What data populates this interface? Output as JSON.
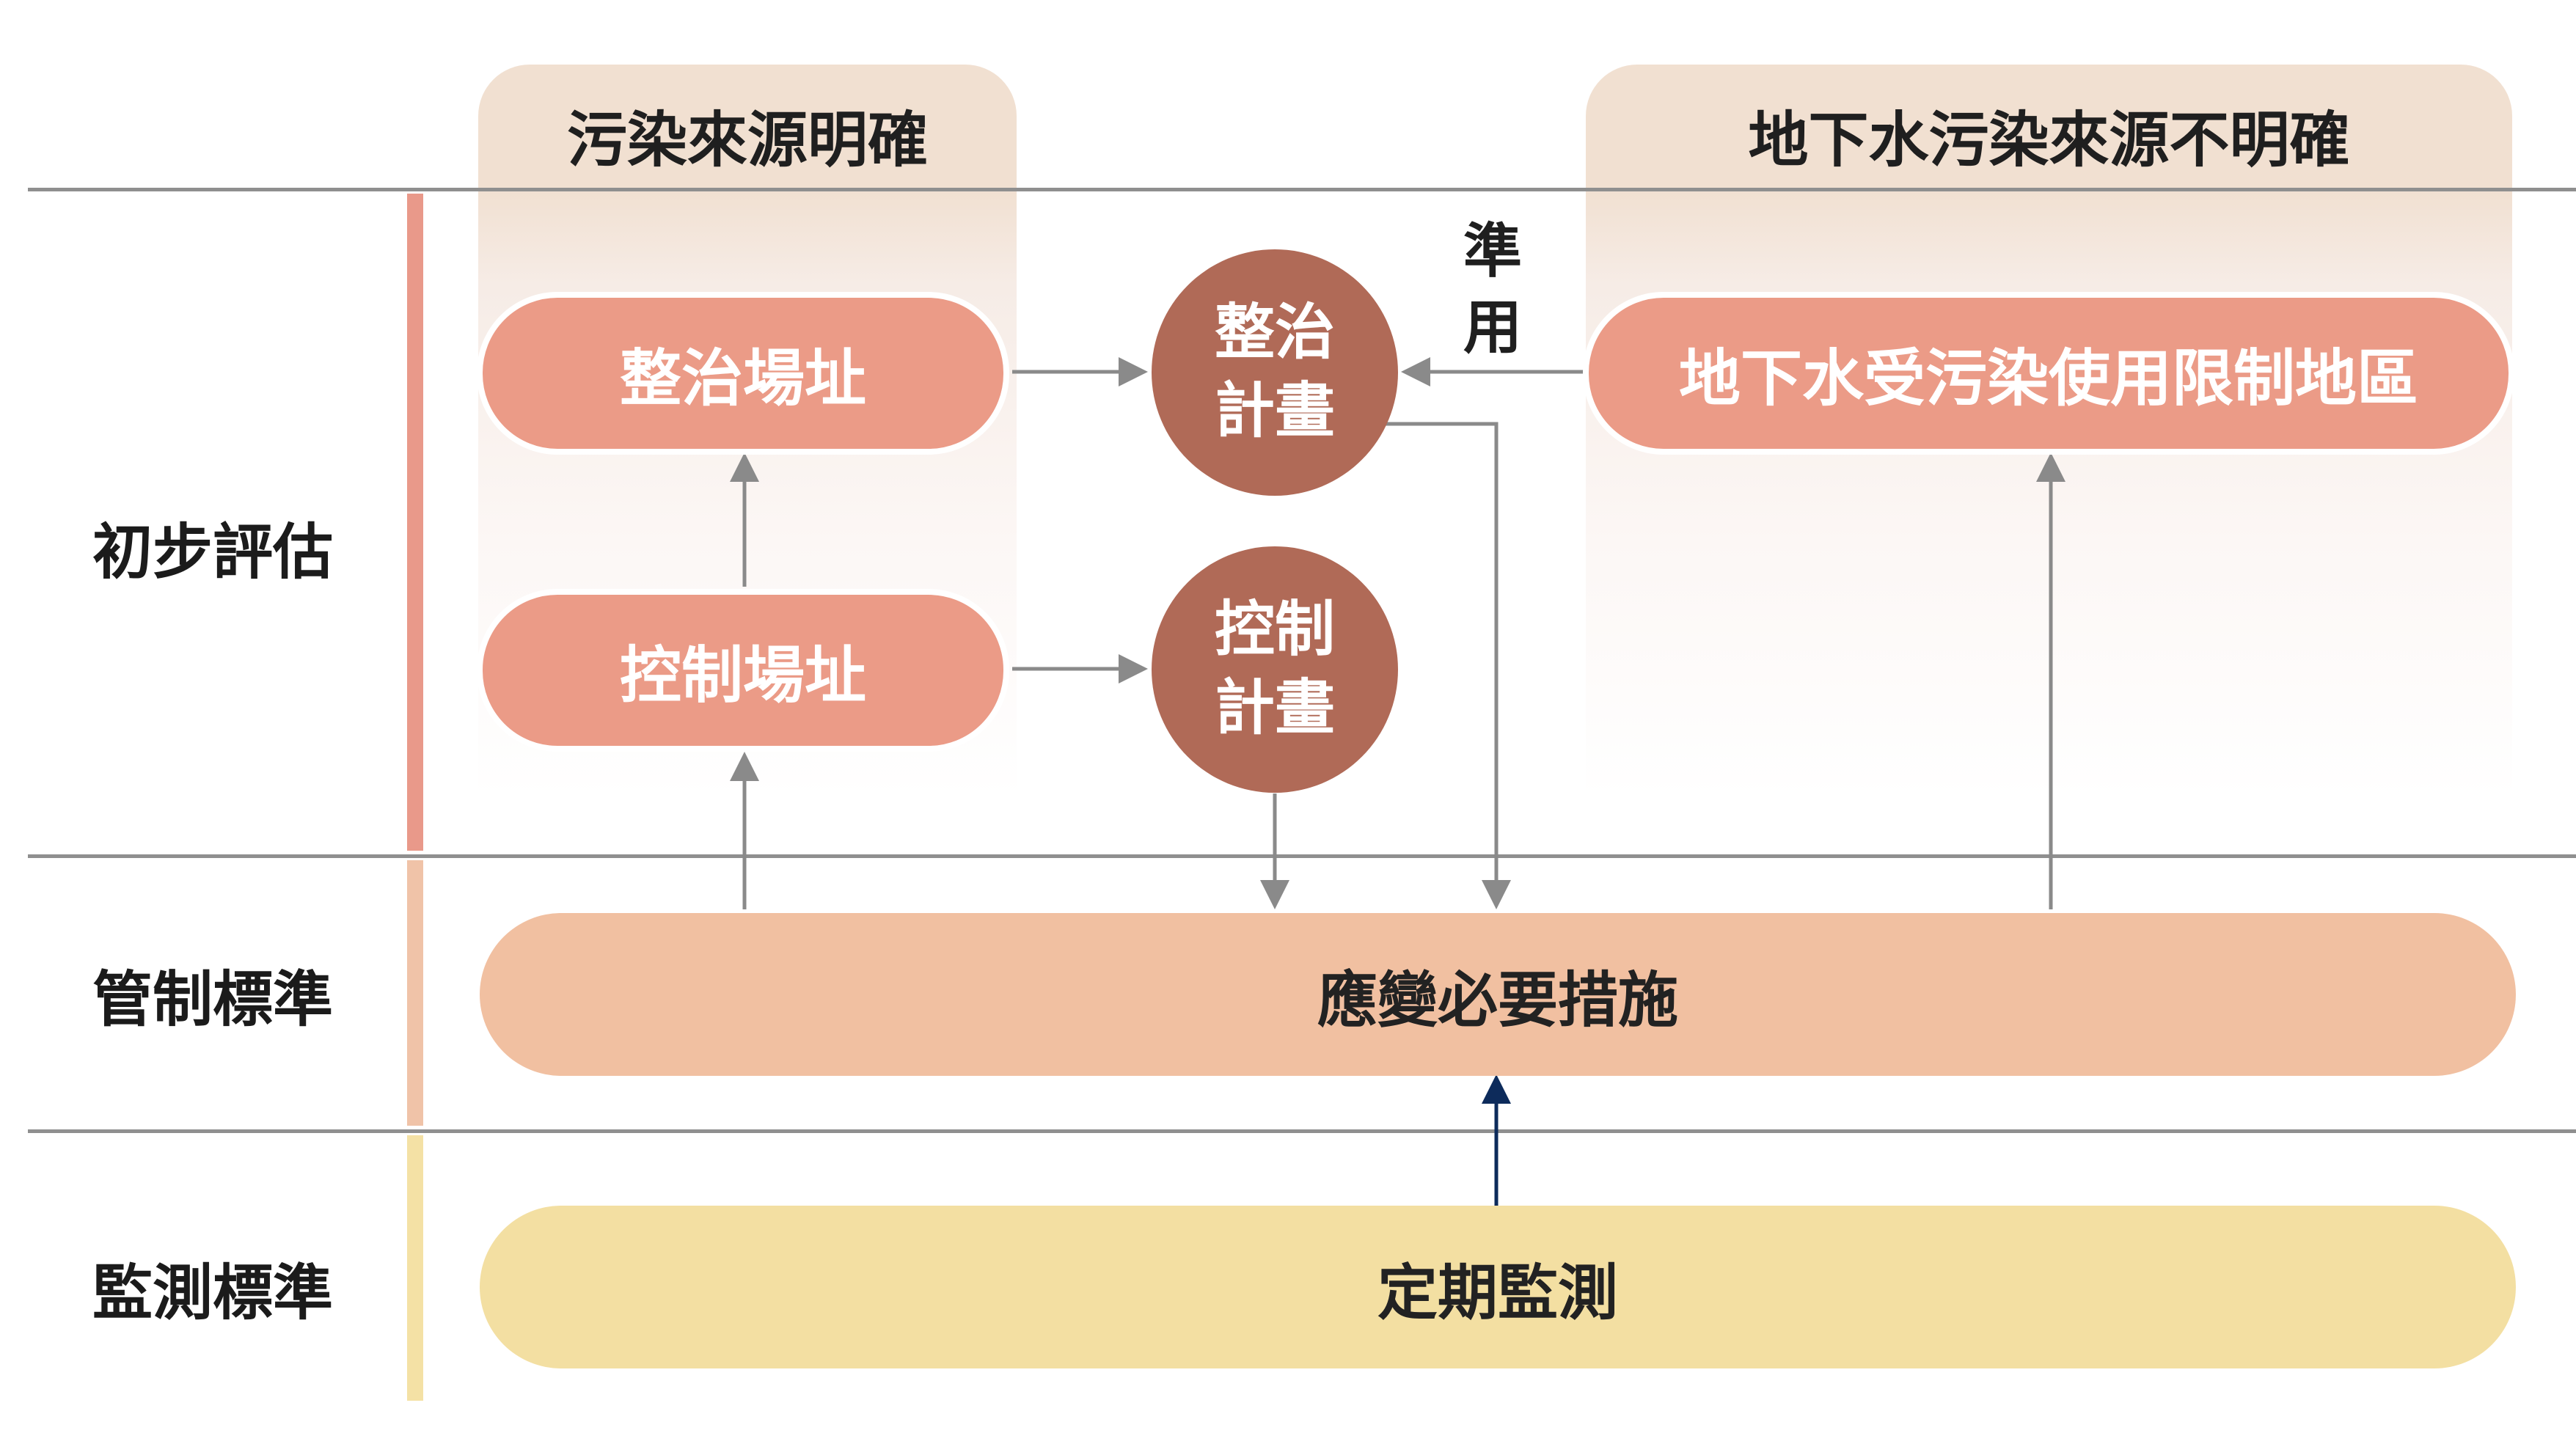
{
  "columns": {
    "left_header": "污染來源明確",
    "right_header": "地下水污染來源不明確"
  },
  "rows": {
    "assessment": "初步評估",
    "control_standard": "管制標準",
    "monitoring_standard": "監測標準"
  },
  "nodes": {
    "remediation_site": "整治場址",
    "control_site": "控制場址",
    "remediation_plan_line1": "整治",
    "remediation_plan_line2": "計畫",
    "control_plan_line1": "控制",
    "control_plan_line2": "計畫",
    "groundwater_restricted_area": "地下水受污染使用限制地區",
    "emergency_measures": "應變必要措施",
    "periodic_monitoring": "定期監測"
  },
  "edge_labels": {
    "apply_line1": "準",
    "apply_line2": "用"
  },
  "colors": {
    "header_bg": "#f1e0d1",
    "pill": "#eb9b87",
    "circle": "#b06a57",
    "emergency": "#f1c0a1",
    "monitoring": "#f3dfa2",
    "bar_assessment": "#e9998a",
    "bar_control": "#f0c3a8",
    "bar_monitoring": "#f4e1a5",
    "arrow_gray": "#8a8a8a",
    "arrow_navy": "#0d2b5b"
  }
}
